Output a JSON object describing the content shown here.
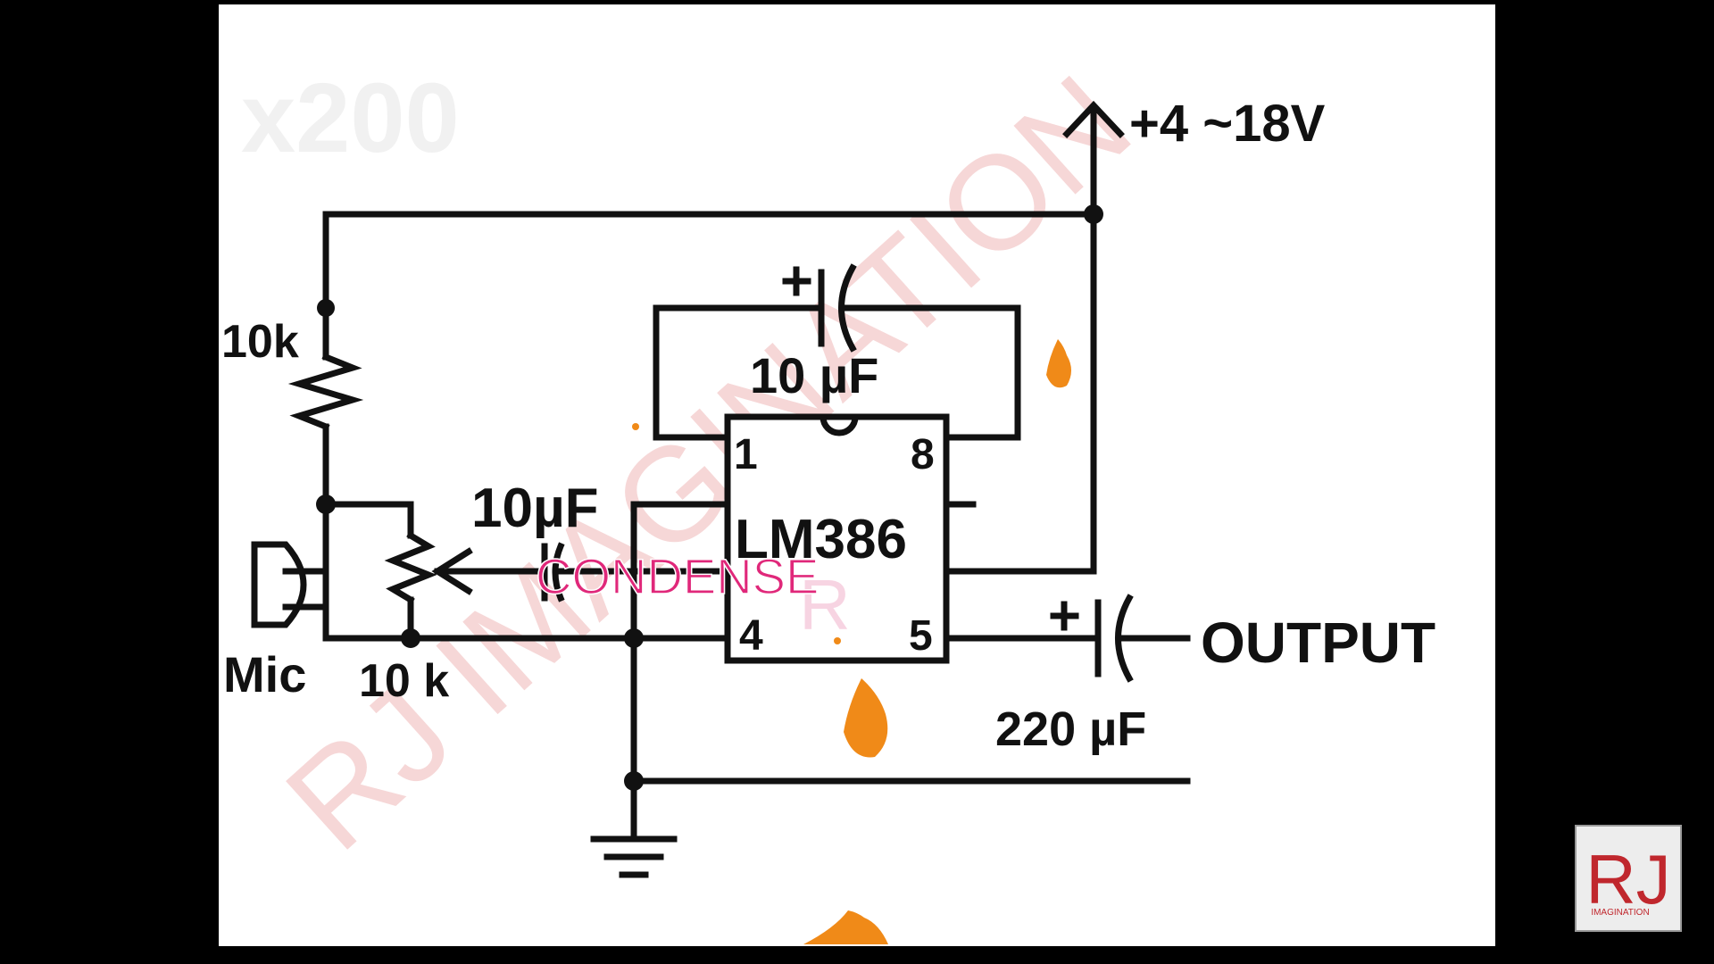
{
  "diagram": {
    "supply_label": "+4 ~18V",
    "feedback_cap_label": "10 µF",
    "input_cap_label": "10µF",
    "output_cap_label": "220 µF",
    "resistor_label": "10k",
    "pot_label": "10  k",
    "mic_label": "Mic",
    "ic_label": "LM386",
    "pin_1": "1",
    "pin_8": "8",
    "pin_4": "4",
    "pin_5": "5",
    "output_label": "OUTPUT",
    "overlay_caption": "CONDENSE",
    "overlay_letter": "R"
  },
  "watermark": {
    "text": "RJ IMAGINATION",
    "faded_text": "x200"
  },
  "logo": {
    "letters": "RJ",
    "sub": "IMAGINATION",
    "color": "#c0272d"
  },
  "colors": {
    "background": "#000000",
    "canvas": "#ffffff",
    "wire": "#111111",
    "watermark": "#f2c7c7",
    "overlay": "#e0287a",
    "flame": "#f08a18"
  }
}
